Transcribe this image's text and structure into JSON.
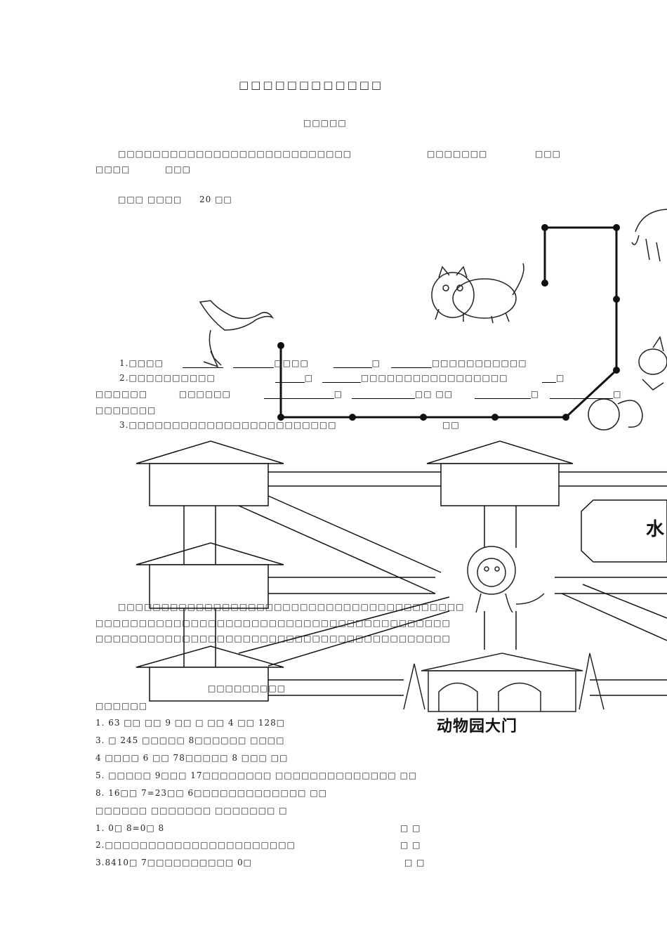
{
  "document": {
    "title": "□□□□□□□□□□□□",
    "subtitle": "□□□□□",
    "intro_line1": "□□□□□□□□□□□□□□□□□□□□□□□□□□□",
    "intro_mid": "□□□□□□□",
    "intro_right": "□□□",
    "intro_line2a": "□□□□",
    "intro_line2b": "□□□",
    "score_a": "□□□",
    "score_b": "□□□□",
    "score_c": "20 □□",
    "q1_a": "1.□□□□",
    "q1_b": "□□□□",
    "q1_c": "□",
    "q1_d": "□□□□□□□□□□□",
    "q2_a": "2.□□□□□□□□□□",
    "q2_b": "□",
    "q2_c": "□□□□□□□□□□□□□□□□□",
    "q2_d": "□",
    "q2_line2a": "□□□□□□",
    "q2_line2b": "□□□□□□",
    "q2_line2c": "□",
    "q2_line2d": "□□ □□",
    "q2_line2e": "□",
    "q2_line2f": "□",
    "q2_line3": "□□□□□□□",
    "q3_a": "3.□□□□□□□□□□□□□□□□□□□□□□□□",
    "q3_b": "□□",
    "para1": "□□□□□□□□□□□□□□□□□□□□□□□□□□□□□□□□□□□□□□□□",
    "para2": "□□□□□□□□□□□□□□□□□□□□□□□□□□□□□□□□□□□□□□□□□",
    "para3": "□□□□□□□□□□□□□□□□□□□□□□□□□□□□□□□□□□□□□□□□□",
    "section_heading": "□□□□□□□□□",
    "fill_heading": "□□□□□□",
    "fill_1": "1.   63 □□       □□     9 □□  □     □□     4 □□     128□",
    "fill_3": "3.    □  245 □□□□□           8□□□□□□               □□□□",
    "fill_4": "4   □□□□        6 □□     78□□□□□           8 □□□          □□",
    "fill_5": "5.    □□□□□           9□□□      17□□□□□□□□                □□□□□□□□□□□□□□                      □□",
    "fill_8": "8.    16□□    7=23□□    6□□□□□□□□□□□□□                        □□",
    "judge_heading": "□□□□□□          □□□□□□□           □□□□□□□           □",
    "judge_1": "1.    0□  8=0□  8",
    "judge_2": "2.□□□□□□□□□□□□□□□□□□□□□□",
    "judge_3": "3.8410□  7□□□□□□□□□□                  0□",
    "paren": "□     □",
    "map_gate_label": "动物园大门",
    "map_water_label": "水"
  }
}
